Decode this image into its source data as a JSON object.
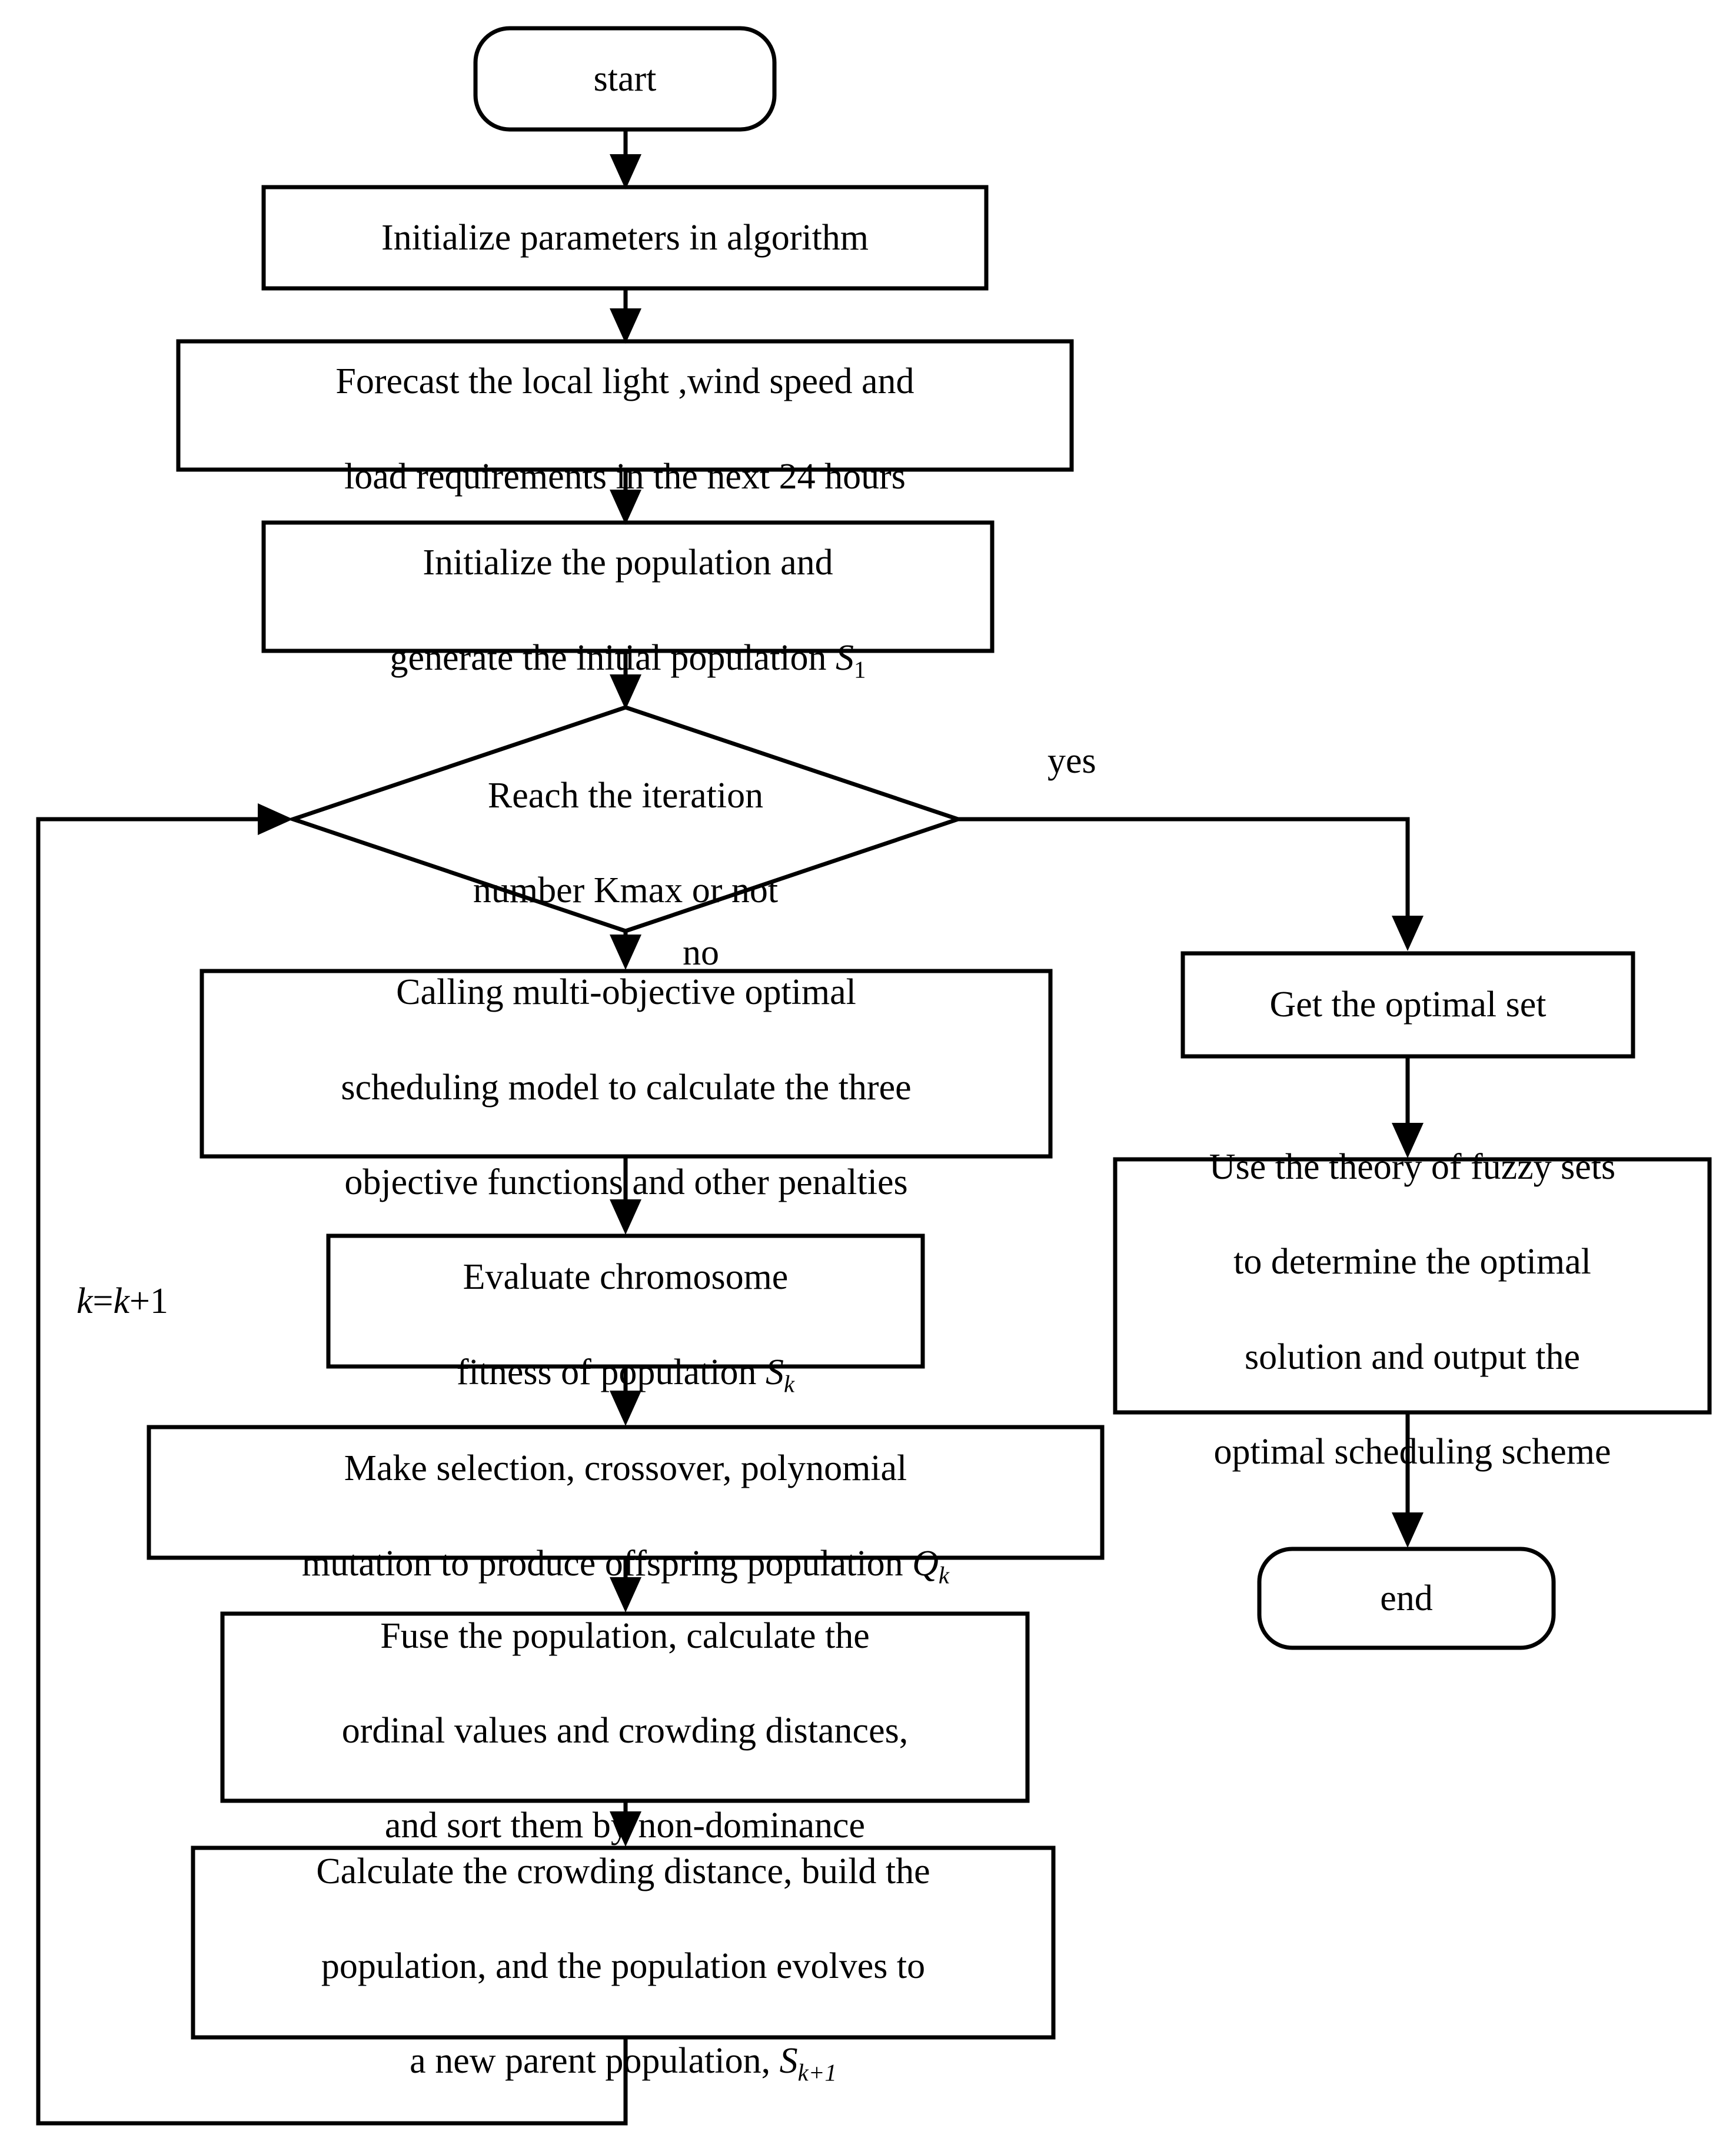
{
  "diagram": {
    "type": "flowchart",
    "title": "Multi-objective optimal scheduling NSGA-II flowchart",
    "background_color": "#ffffff",
    "line_color": "#000000",
    "text_color": "#000000"
  },
  "nodes": {
    "start": {
      "label": "start",
      "shape": "terminator"
    },
    "init_params": {
      "label": "Initialize  parameters in algorithm",
      "shape": "process"
    },
    "forecast": {
      "line1": "Forecast the local light ,wind speed and",
      "line2": "load requirements in the next 24 hours",
      "shape": "process"
    },
    "init_population": {
      "line1": "Initialize the population and",
      "line2_pre": "generate the initial population ",
      "line2_var": "S",
      "line2_sub": "1",
      "shape": "process"
    },
    "decision": {
      "line1": "Reach the iteration",
      "line2": "number Kmax or not",
      "shape": "decision"
    },
    "calling_model": {
      "line1": "Calling multi-objective optimal",
      "line2": "scheduling model to calculate the three",
      "line3": "objective functions and other penalties",
      "shape": "process"
    },
    "evaluate_fitness": {
      "line1": "Evaluate chromosome",
      "line2_pre": "fitness of population ",
      "line2_var": "S",
      "line2_sub": "k",
      "shape": "process"
    },
    "make_selection": {
      "line1": "Make selection, crossover, polynomial",
      "line2_pre": "mutation to produce offspring population ",
      "line2_var": "Q",
      "line2_sub": "k",
      "shape": "process"
    },
    "fuse_population": {
      "line1": "Fuse the population, calculate the",
      "line2": "ordinal values and crowding distances,",
      "line3": "and sort them by non-dominance",
      "shape": "process"
    },
    "crowding_distance": {
      "line1": "Calculate the crowding distance, build the",
      "line2": "population, and the population evolves to",
      "line3_pre": "a new parent population, ",
      "line3_var": "S",
      "line3_sub": "k+1",
      "shape": "process"
    },
    "optimal_set": {
      "label": "Get the optimal set",
      "shape": "process"
    },
    "fuzzy_sets": {
      "line1": "Use the theory of fuzzy sets",
      "line2": "to determine the optimal",
      "line3": "solution and output the",
      "line4": "optimal scheduling scheme",
      "shape": "process"
    },
    "end": {
      "label": "end",
      "shape": "terminator"
    }
  },
  "edge_labels": {
    "yes": "yes",
    "no": "no",
    "increment_pre": "k",
    "increment_eq": "=",
    "increment_var": "k",
    "increment_post": "+1"
  }
}
